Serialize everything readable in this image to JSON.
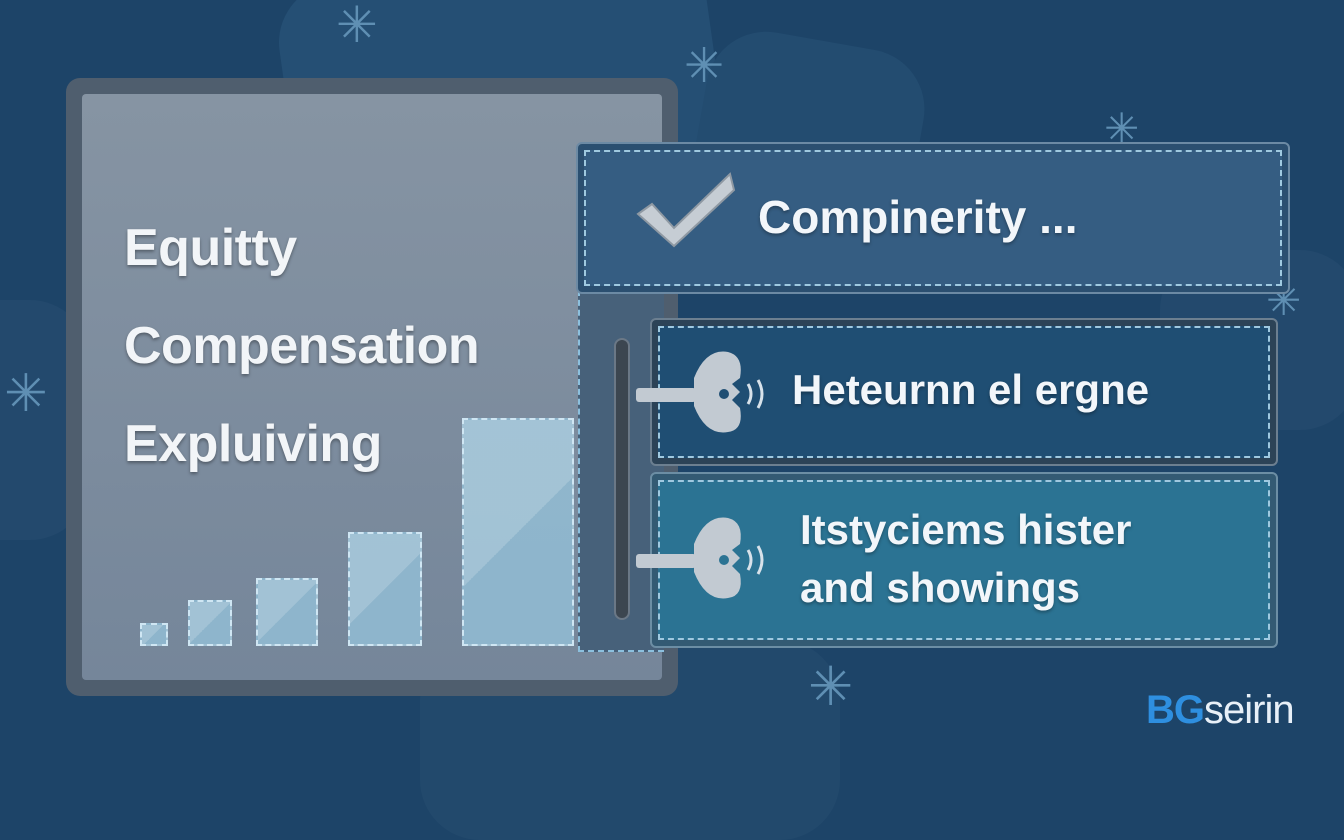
{
  "left_panel": {
    "title_lines": [
      "Equitty",
      "Compensation",
      "Expluiving"
    ]
  },
  "chart_data": {
    "type": "bar",
    "title": "",
    "categories": [],
    "values": [
      1,
      2,
      3,
      5,
      10
    ]
  },
  "items": [
    {
      "icon": "checkmark-icon",
      "label": "Compinerity ..."
    },
    {
      "icon": "key-icon",
      "label": "Heteurnn el ergne"
    },
    {
      "icon": "key-icon",
      "label_line1": "Itstyciems hister",
      "label_line2": "and showings"
    }
  ],
  "logo": {
    "part1": "BG",
    "part2": "seirin"
  },
  "colors": {
    "background": "#1d4468",
    "accent": "#2e8fe0",
    "item1": "#335b80",
    "item2": "#1e4e73",
    "item3": "#2a7394"
  }
}
